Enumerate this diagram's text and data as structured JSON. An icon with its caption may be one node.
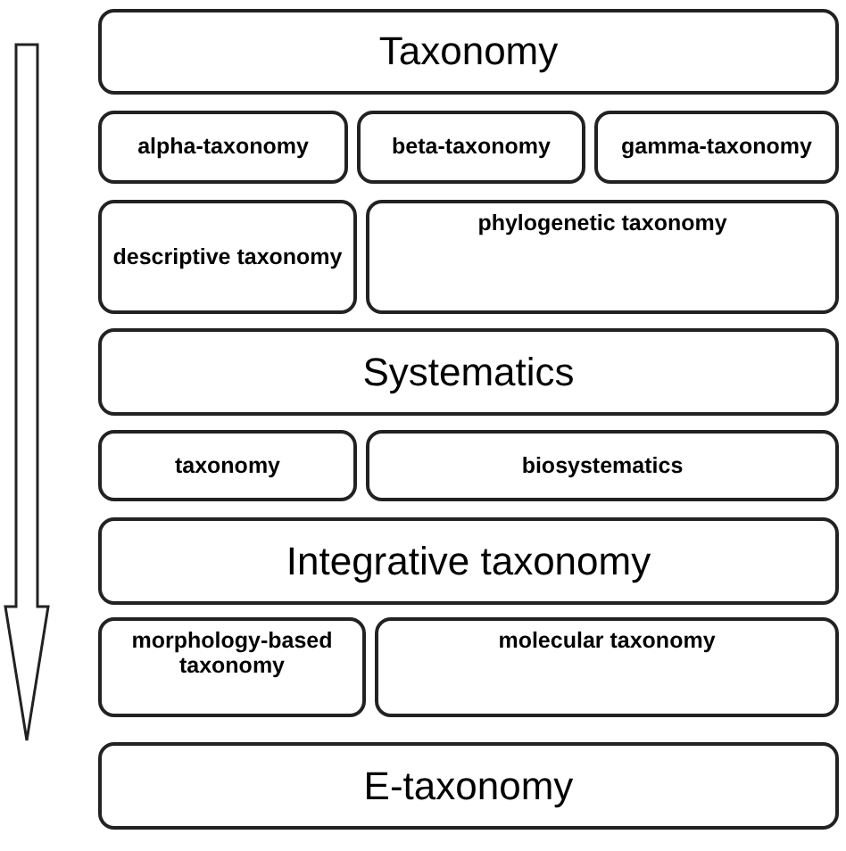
{
  "diagram": {
    "nodes": [
      {
        "text": [
          "Taxonomy"
        ]
      },
      {
        "text": [
          "alpha-taxonomy"
        ]
      },
      {
        "text": [
          "beta-taxonomy"
        ]
      },
      {
        "text": [
          "gamma-taxonomy"
        ]
      },
      {
        "text": [
          "descriptive taxonomy"
        ]
      },
      {
        "text": [
          "phylogenetic taxonomy"
        ]
      },
      {
        "text": [
          "Systematics"
        ]
      },
      {
        "text": [
          "taxonomy"
        ]
      },
      {
        "text": [
          "biosystematics"
        ]
      },
      {
        "text": [
          "Integrative taxonomy"
        ]
      },
      {
        "text": [
          "morphology-based taxonomy"
        ]
      },
      {
        "text": [
          "molecular taxonomy"
        ]
      },
      {
        "text": [
          "E-taxonomy"
        ]
      }
    ]
  }
}
